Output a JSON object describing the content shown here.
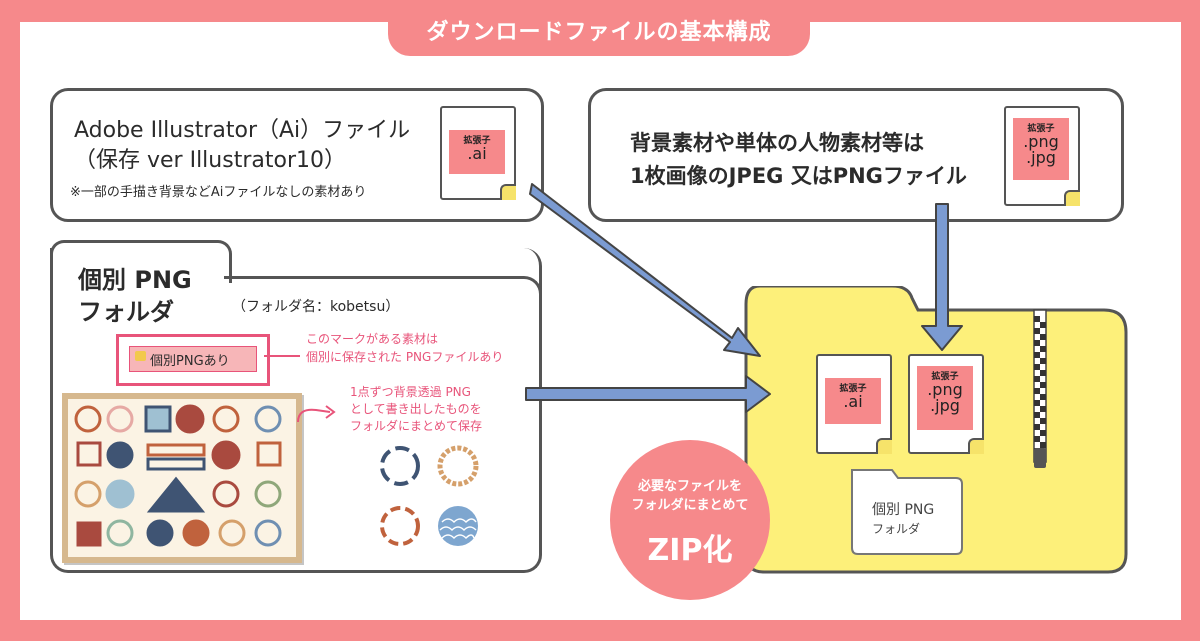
{
  "header": {
    "title": "ダウンロードファイルの基本構成"
  },
  "ai_box": {
    "line1": "Adobe Illustrator（Ai）ファイル",
    "line2": "（保存 ver Illustrator10）",
    "note": "※一部の手描き背景などAiファイルなしの素材あり",
    "doc_kanji": "拡張子",
    "doc_ext": ".ai"
  },
  "image_box": {
    "line1": "背景素材や単体の人物素材等は",
    "line2": "1枚画像のJPEG 又はPNGファイル",
    "doc_kanji": "拡張子",
    "doc_ext1": ".png",
    "doc_ext2": ".jpg"
  },
  "png_folder_box": {
    "title1": "個別 PNG",
    "title2": "フォルダ",
    "folder_name": "（フォルダ名：kobetsu）",
    "mark_label": "個別PNGあり",
    "mark_note1": "このマークがある素材は",
    "mark_note2": "個別に保存された PNGファイルあり",
    "sheet_note1": "1点ずつ背景透過 PNG",
    "sheet_note2": "として書き出したものを",
    "sheet_note3": "フォルダにまとめて保存"
  },
  "zip_badge": {
    "line1": "必要なファイルを",
    "line2": "フォルダにまとめて",
    "line3": "ZIP化"
  },
  "zip_folder": {
    "doc1_kanji": "拡張子",
    "doc1_ext": ".ai",
    "doc2_kanji": "拡張子",
    "doc2_ext1": ".png",
    "doc2_ext2": ".jpg",
    "subfolder_line1": "個別 PNG",
    "subfolder_line2": "フォルダ"
  },
  "colors": {
    "frame": "#f6898b",
    "folder": "#fdf07a",
    "arrow": "#7b9bd2",
    "accent_pink": "#e8547a",
    "border": "#555555"
  }
}
